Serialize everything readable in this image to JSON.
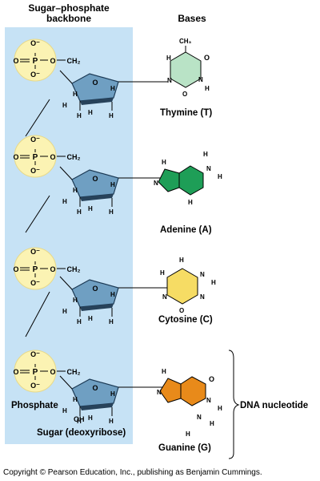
{
  "headers": {
    "backbone": "Sugar–phosphate backbone",
    "bases": "Bases"
  },
  "nucleotides": [
    {
      "base_name": "Thymine (T)",
      "base_color": "#b9e3c6"
    },
    {
      "base_name": "Adenine (A)",
      "base_color": "#1e9e57"
    },
    {
      "base_name": "Cytosine (C)",
      "base_color": "#f6dc64"
    },
    {
      "base_name": "Guanine (G)",
      "base_color": "#e88a1a"
    }
  ],
  "labels": {
    "phosphate": "Phosphate",
    "sugar": "Sugar (deoxyribose)",
    "dna_nucleotide": "DNA nucleotide",
    "copyright": "Copyright © Pearson Education, Inc., publishing as Benjamin Cummings."
  },
  "atoms": {
    "O": "O",
    "P": "P",
    "CH2": "CH₂",
    "H": "H",
    "N": "N",
    "CH3": "CH₃",
    "OH": "OH"
  },
  "colors": {
    "backbone_panel": "#c6e2f5",
    "phosphate_circle": "#fbf3b3",
    "sugar_ring": "#6a9bbf"
  }
}
